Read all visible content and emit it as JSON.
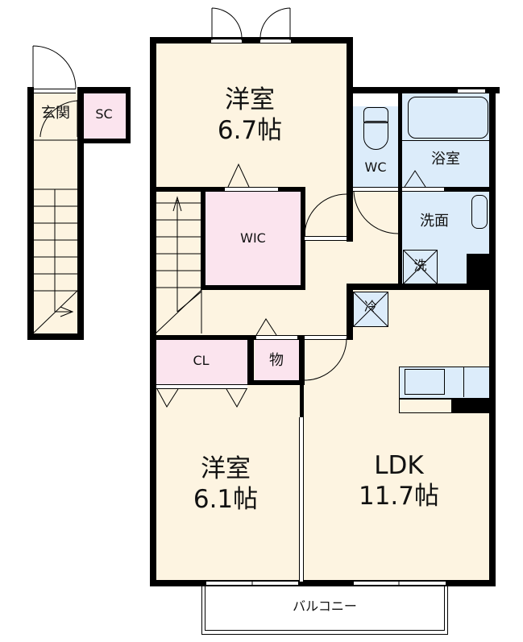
{
  "floorplan": {
    "rooms": {
      "entrance": {
        "label": "玄関"
      },
      "shoe_closet": {
        "label": "SC"
      },
      "western_room_1": {
        "label": "洋室",
        "size": "6.7帖"
      },
      "walk_in_closet": {
        "label": "WIC"
      },
      "toilet": {
        "label": "WC"
      },
      "bathroom": {
        "label": "浴室"
      },
      "washroom": {
        "label": "洗面"
      },
      "washer_space": {
        "label": "洗"
      },
      "fridge_space": {
        "label": "冷"
      },
      "closet": {
        "label": "CL"
      },
      "storage": {
        "label": "物"
      },
      "western_room_2": {
        "label": "洋室",
        "size": "6.1帖"
      },
      "ldk": {
        "label": "LDK",
        "size": "11.7帖"
      },
      "balcony": {
        "label": "バルコニー"
      }
    },
    "colors": {
      "living_fill": "#fdf4e1",
      "closet_fill": "#fbe4ee",
      "wet_area_fill": "#dcecfa",
      "wall": "#000000"
    }
  }
}
